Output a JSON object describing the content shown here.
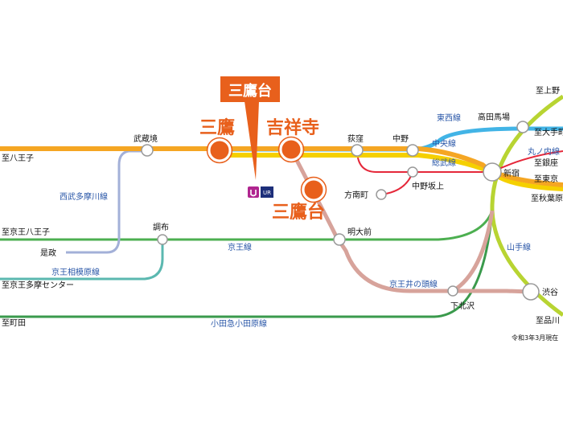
{
  "callout": {
    "text": "三鷹台"
  },
  "highlight_labels": {
    "mitaka": "三鷹",
    "kichijoji": "吉祥寺",
    "mitakadai": "三鷹台"
  },
  "stations": {
    "musashisakai": "武蔵境",
    "ogikubo": "荻窪",
    "nakano": "中野",
    "takadanobaba": "高田馬場",
    "shinjuku": "新宿",
    "nakanosakaue": "中野坂上",
    "honancho": "方南町",
    "chofu": "調布",
    "koremasa": "是政",
    "meidaimae": "明大前",
    "shimokitazawa": "下北沢",
    "shibuya": "渋谷"
  },
  "destinations": {
    "hachioji": "至八王子",
    "keio_hachioji": "至京王八王子",
    "keio_tama": "至京王多摩センター",
    "machida": "至町田",
    "ueno": "至上野",
    "otemachi": "至大手町",
    "ginza": "至銀座",
    "tokyo": "至東京",
    "akihabara": "至秋葉原",
    "shinagawa": "至品川"
  },
  "lines": {
    "tozai": "東西線",
    "chuo": "中央線",
    "sobu": "総武線",
    "marunouchi": "丸ノ内線",
    "seibu_tamagawa": "西武多摩川線",
    "keio_sagamihara": "京王相模原線",
    "keio": "京王線",
    "inokashira": "京王井の頭線",
    "odakyu": "小田急小田原線",
    "yamanote": "山手線"
  },
  "logo_text": "UR",
  "note": "令和3年3月現在",
  "colors": {
    "chuo": "#f5a623",
    "sobu": "#f5d000",
    "tozai": "#42b4e6",
    "marunouchi": "#e5283a",
    "seibu": "#a3b0d8",
    "keio": "#4caf50",
    "keio_sagamihara": "#5bb8b0",
    "inokashira": "#d7a39b",
    "odakyu": "#3a9a4c",
    "yamanote": "#b8d432",
    "accent": "#e8601c",
    "label_blue": "#2a57a8"
  }
}
